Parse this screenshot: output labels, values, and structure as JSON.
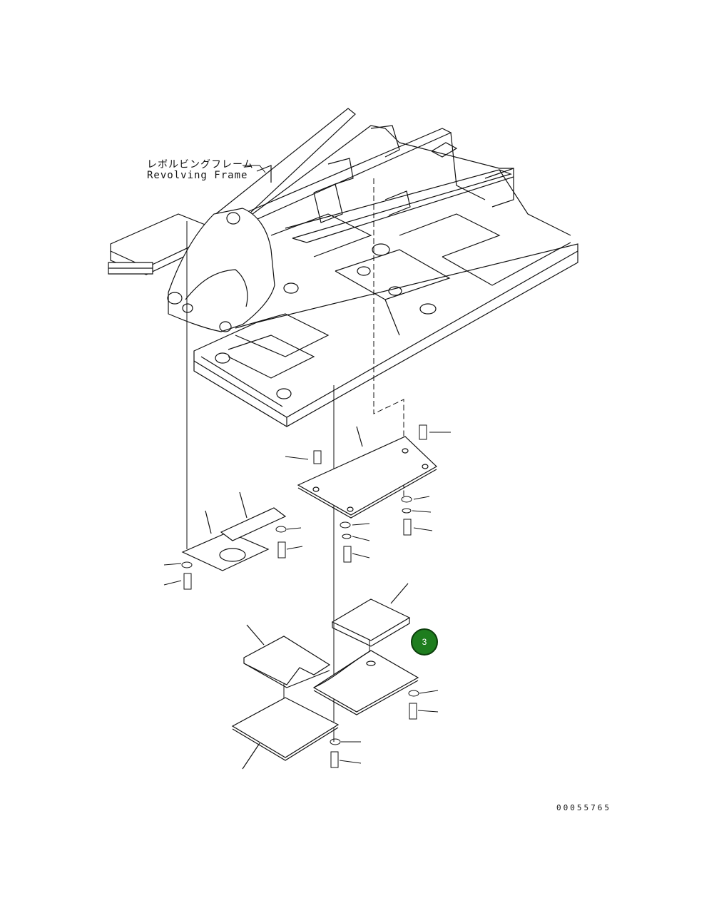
{
  "frame_label": {
    "japanese": "レボルビングフレーム",
    "english": "Revolving Frame"
  },
  "callout": {
    "number": "3",
    "color": "#1e7d1e"
  },
  "drawing_number": "00055765"
}
